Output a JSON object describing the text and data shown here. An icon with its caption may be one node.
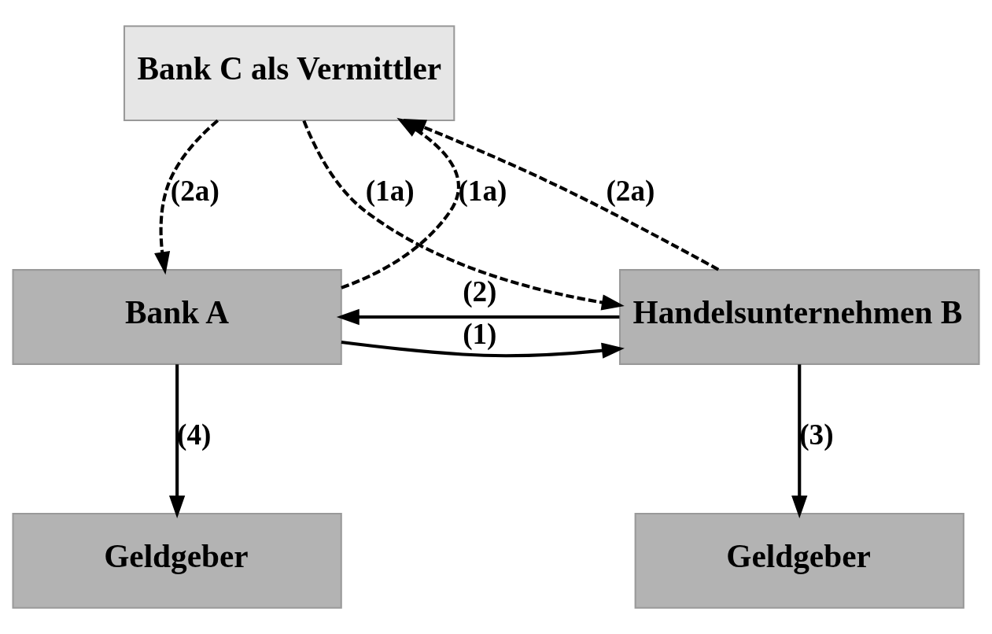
{
  "diagram": {
    "nodes": [
      {
        "text": [
          "Bank C als Vermittler"
        ]
      },
      {
        "text": [
          "Bank A"
        ]
      },
      {
        "text": [
          "Handelsunternehmen B"
        ]
      },
      {
        "text": [
          "Geldgeber"
        ]
      },
      {
        "text": [
          "Geldgeber"
        ]
      }
    ],
    "edges": [
      {
        "from": 0,
        "to": 1,
        "arrow": "to",
        "style": "dashed",
        "label": "(2a)"
      },
      {
        "from": 1,
        "to": 0,
        "arrow": "to",
        "style": "dashed",
        "label": "(1a)"
      },
      {
        "from": 0,
        "to": 2,
        "arrow": "to",
        "style": "dashed",
        "label": "(1a)"
      },
      {
        "from": 2,
        "to": 0,
        "arrow": "to",
        "style": "dashed",
        "label": "(2a)"
      },
      {
        "from": 2,
        "to": 1,
        "arrow": "to",
        "label": "(2)"
      },
      {
        "from": 1,
        "to": 2,
        "arrow": "to",
        "label": "(1)"
      },
      {
        "from": 1,
        "to": 3,
        "arrow": "to",
        "label": "(4)"
      },
      {
        "from": 2,
        "to": 4,
        "arrow": "to",
        "label": "(3)"
      }
    ]
  }
}
